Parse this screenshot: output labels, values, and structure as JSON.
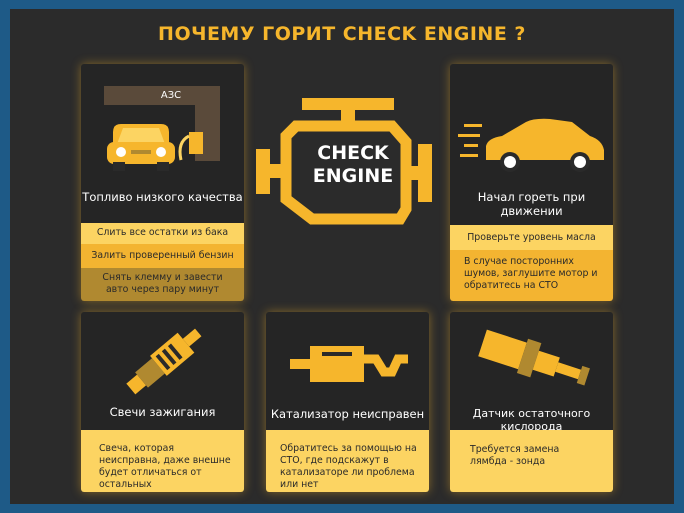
{
  "title": "ПОЧЕМУ ГОРИТ CHECK ENGINE ?",
  "colors": {
    "background_border": "#1e5a87",
    "panel": "#2b2b2b",
    "card": "#252525",
    "accent": "#f6b62c",
    "band_light": "#fcd462",
    "band_mid": "#f3b431",
    "band_dark": "#b08930"
  },
  "engine_icon": {
    "line1": "CHECK",
    "line2": "ENGINE"
  },
  "fuel": {
    "station_sign": "АЗС",
    "title": "Топливо низкого качества",
    "tips": [
      "Слить все остатки из бака",
      "Залить проверенный бензин",
      "Снять клемму и завести авто через пару минут"
    ]
  },
  "motion": {
    "title": "Начал гореть при движении",
    "tips": [
      "Проверьте уровень масла",
      "В случае посторонних шумов, заглушите мотор и обратитесь на СТО"
    ]
  },
  "plugs": {
    "title": "Свечи зажигания",
    "tip": "Свеча, которая неисправна, даже внешне будет отличаться от остальных"
  },
  "catalyst": {
    "title": "Катализатор неисправен",
    "tip": "Обратитесь за помощью на СТО, где подскажут в катализаторе ли проблема или нет"
  },
  "oxygen": {
    "title": "Датчик остаточного кислорода",
    "tip": "Требуется замена лямбда - зонда"
  }
}
